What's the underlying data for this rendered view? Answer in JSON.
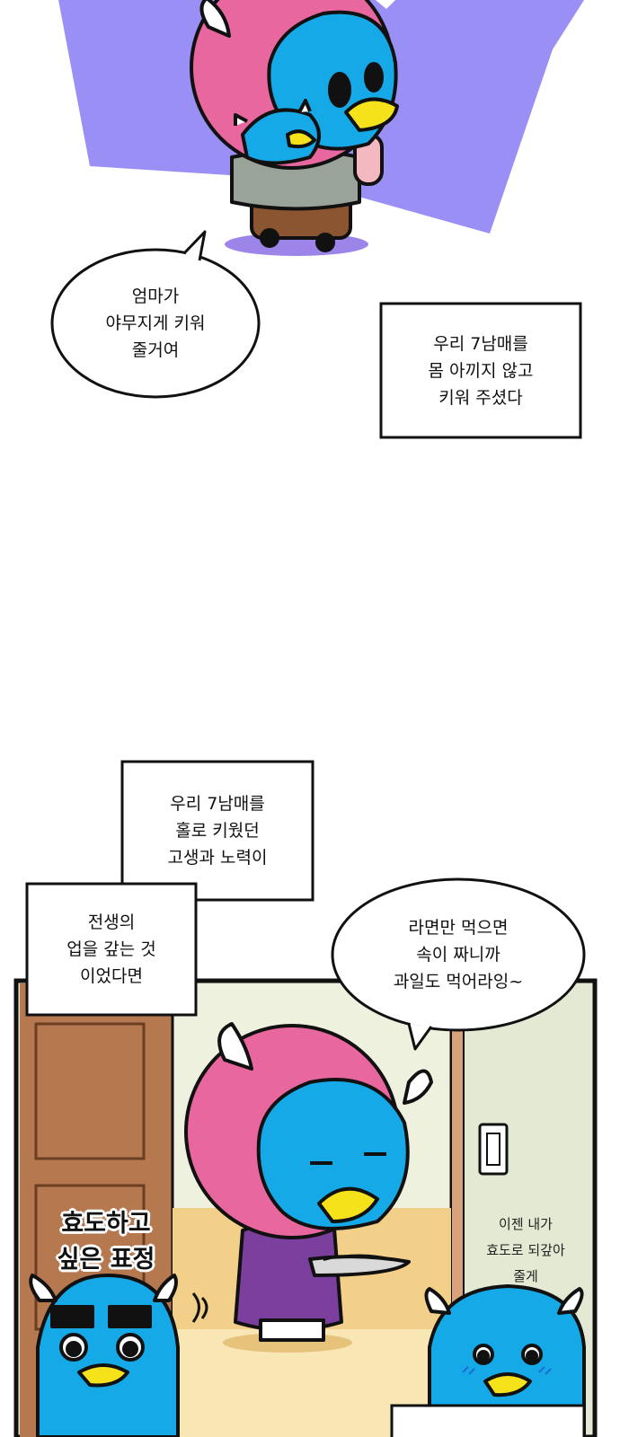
{
  "panel1": {
    "bubble": {
      "lines": [
        "엄마가",
        "야무지게 키워",
        "줄거여"
      ]
    },
    "narration": {
      "lines": [
        "우리 7남매를",
        "몸 아끼지 않고",
        "키워 주셨다"
      ]
    }
  },
  "panel2": {
    "narration_top": {
      "lines": [
        "우리 7남매를",
        "홀로 키웠던",
        "고생과 노력이"
      ]
    },
    "narration_left": {
      "lines": [
        "전생의",
        "업을 갚는 것",
        "이었다면"
      ]
    },
    "bubble": {
      "lines": [
        "라면만 먹으면",
        "속이 짜니까",
        "과일도 먹어라잉~"
      ]
    },
    "sfx_label": {
      "lines": [
        "효도하고",
        "싶은 표정"
      ]
    },
    "side_note": {
      "lines": [
        "이젠 내가",
        "효도로 되갚아",
        "줄게"
      ]
    }
  },
  "colors": {
    "mom_hood": "#e9679f",
    "face_blue": "#16a9e8",
    "beak": "#f5e21b",
    "bg_purple": "#9a8ff5",
    "door_wood": "#b5784f",
    "wall": "#e3e9d3",
    "floor": "#f3d08a"
  }
}
